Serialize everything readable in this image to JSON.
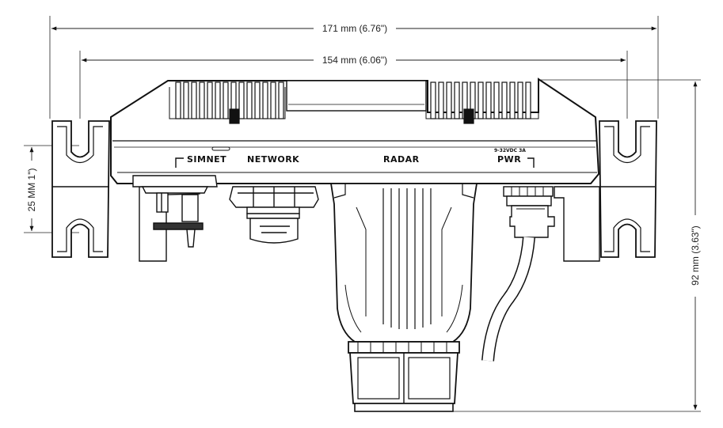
{
  "dimensions": {
    "overall_width": "171 mm (6.76\")",
    "mount_width": "154 mm (6.06\")",
    "slot_spacing": "25 MM 1\")",
    "height": "92 mm (3.63\")"
  },
  "connectors": {
    "simnet": "SIMNET",
    "network": "NETWORK",
    "radar": "RADAR",
    "power_rating": "9-32VDC 3A",
    "power": "PWR"
  }
}
